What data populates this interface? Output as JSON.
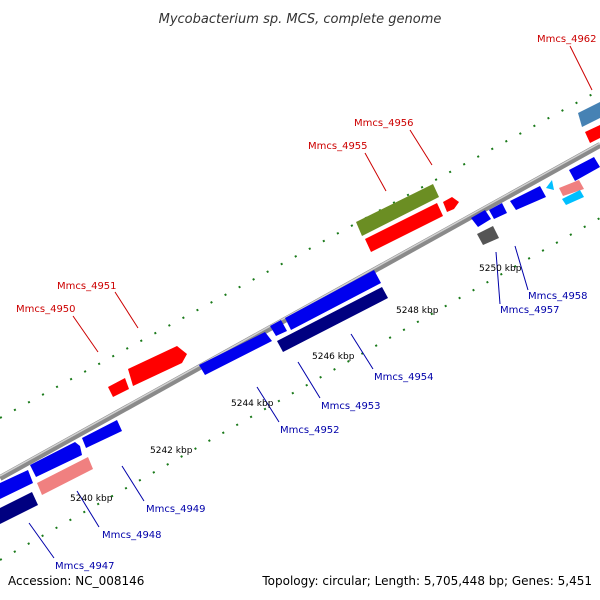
{
  "title": "Mycobacterium sp. MCS, complete genome",
  "footer": {
    "accession": "Accession: NC_008146",
    "summary": "Topology: circular; Length: 5,705,448 bp; Genes: 5,451"
  },
  "colors": {
    "red_label": "#cc0000",
    "blue_label": "#0000aa",
    "backbone": "#a0a0a0",
    "tick": "#1a7a1a",
    "gene_blue": "#0000ee",
    "gene_navy": "#000080",
    "gene_red": "#ff0000",
    "gene_pink": "#f08080",
    "gene_olive": "#6b8e23",
    "gene_gray": "#555555",
    "gene_steel": "#4682b4",
    "gene_cyan": "#00bfff"
  },
  "tick_labels": [
    "5240 kbp",
    "5242 kbp",
    "5244 kbp",
    "5246 kbp",
    "5248 kbp",
    "5250 kbp"
  ],
  "gene_labels_red": [
    "Mmcs_4950",
    "Mmcs_4951",
    "Mmcs_4955",
    "Mmcs_4956",
    "Mmcs_4962"
  ],
  "gene_labels_blue": [
    "Mmcs_4947",
    "Mmcs_4948",
    "Mmcs_4949",
    "Mmcs_4952",
    "Mmcs_4953",
    "Mmcs_4954",
    "Mmcs_4957",
    "Mmcs_4958"
  ]
}
